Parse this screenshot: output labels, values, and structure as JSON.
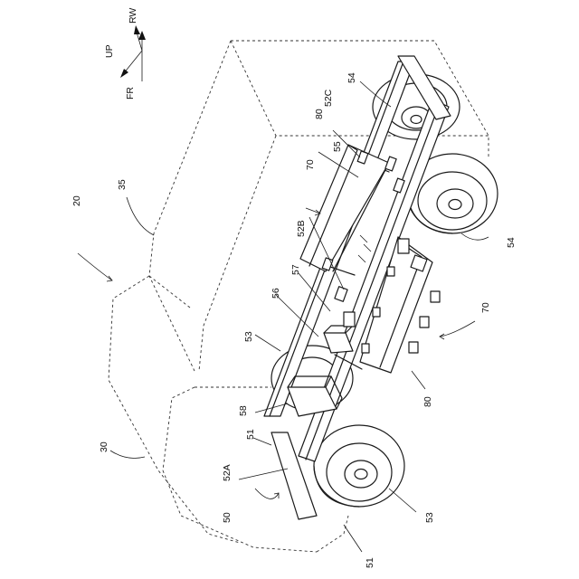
{
  "labels": {
    "up": "UP",
    "rw": "RW",
    "fr": "FR",
    "r20": "20",
    "r30": "30",
    "r35": "35",
    "r50": "50",
    "r51a": "51",
    "r51b": "51",
    "r52a": "52A",
    "r52b": "52B",
    "r52c": "52C",
    "r53a": "53",
    "r53b": "53",
    "r54a": "54",
    "r54b": "54",
    "r55": "55",
    "r56": "56",
    "r57": "57",
    "r58": "58",
    "r70a": "70",
    "r70b": "70",
    "r80a": "80",
    "r80b": "80"
  }
}
